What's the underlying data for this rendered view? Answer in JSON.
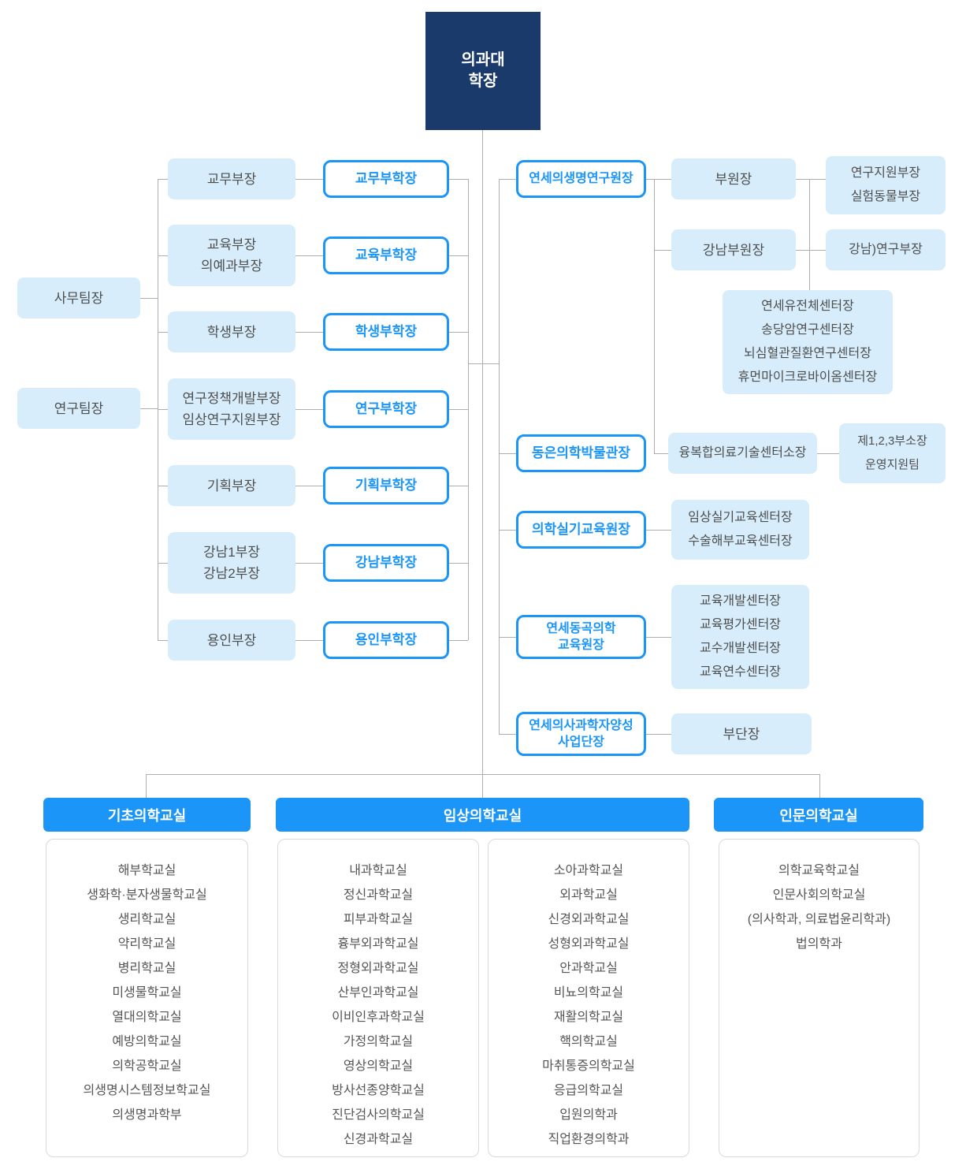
{
  "colors": {
    "navy": "#1a3a6b",
    "accent_blue": "#1b96f8",
    "light_blue_fill": "#d7edfb",
    "connector_gray": "#aeaeae",
    "text_gray": "#4f4f4f",
    "list_text": "#555555"
  },
  "root": {
    "lines": [
      "의과대",
      "학장"
    ]
  },
  "team_leads": [
    {
      "lines": [
        "사무팀장"
      ]
    },
    {
      "lines": [
        "연구팀장"
      ]
    }
  ],
  "dept_heads": [
    {
      "lines": [
        "교무부장"
      ]
    },
    {
      "lines": [
        "교육부장",
        "의예과부장"
      ]
    },
    {
      "lines": [
        "학생부장"
      ]
    },
    {
      "lines": [
        "연구정책개발부장",
        "임상연구지원부장"
      ]
    },
    {
      "lines": [
        "기획부장"
      ]
    },
    {
      "lines": [
        "강남1부장",
        "강남2부장"
      ]
    },
    {
      "lines": [
        "용인부장"
      ]
    }
  ],
  "vice_deans": [
    {
      "lines": [
        "교무부학장"
      ]
    },
    {
      "lines": [
        "교육부학장"
      ]
    },
    {
      "lines": [
        "학생부학장"
      ]
    },
    {
      "lines": [
        "연구부학장"
      ]
    },
    {
      "lines": [
        "기획부학장"
      ]
    },
    {
      "lines": [
        "강남부학장"
      ]
    },
    {
      "lines": [
        "용인부학장"
      ]
    }
  ],
  "right_branch": {
    "bio_research_director": {
      "lines": [
        "연세의생명연구원장"
      ]
    },
    "deputy_director": {
      "lines": [
        "부원장"
      ]
    },
    "research_support": {
      "lines": [
        "연구지원부장",
        "실험동물부장"
      ]
    },
    "gangnam_deputy_director": {
      "lines": [
        "강남부원장"
      ]
    },
    "gangnam_research_head": {
      "lines": [
        "강남)연구부장"
      ]
    },
    "research_centers": {
      "lines": [
        "연세유전체센터장",
        "송당암연구센터장",
        "뇌심혈관질환연구센터장",
        "휴먼마이크로바이옴센터장"
      ]
    },
    "museum_director": {
      "lines": [
        "동은의학박물관장"
      ]
    },
    "convergence_center_head": {
      "lines": [
        "융복합의료기술센터소장"
      ]
    },
    "convergence_sub": {
      "lines": [
        "제1,2,3부소장",
        "운영지원팀"
      ]
    },
    "clinical_skills_director": {
      "lines": [
        "의학실기교육원장"
      ]
    },
    "clinical_skills_centers": {
      "lines": [
        "임상실기교육센터장",
        "수술해부교육센터장"
      ]
    },
    "donggok_director": {
      "lines": [
        "연세동곡의학",
        "교육원장"
      ]
    },
    "education_centers": {
      "lines": [
        "교육개발센터장",
        "교육평가센터장",
        "교수개발센터장",
        "교육연수센터장"
      ]
    },
    "physician_scientist_director": {
      "lines": [
        "연세의사과학자양성",
        "사업단장"
      ]
    },
    "physician_scientist_deputy": {
      "lines": [
        "부단장"
      ]
    }
  },
  "departments": {
    "basic": {
      "title": "기초의학교실",
      "items": [
        "해부학교실",
        "생화학·분자생물학교실",
        "생리학교실",
        "약리학교실",
        "병리학교실",
        "미생물학교실",
        "열대의학교실",
        "예방의학교실",
        "의학공학교실",
        "의생명시스템정보학교실",
        "의생명과학부"
      ]
    },
    "clinical": {
      "title": "임상의학교실",
      "items_left": [
        "내과학교실",
        "정신과학교실",
        "피부과학교실",
        "흉부외과학교실",
        "정형외과학교실",
        "산부인과학교실",
        "이비인후과학교실",
        "가정의학교실",
        "영상의학교실",
        "방사선종양학교실",
        "진단검사의학교실",
        "신경과학교실"
      ],
      "items_right": [
        "소아과학교실",
        "외과학교실",
        "신경외과학교실",
        "성형외과학교실",
        "안과학교실",
        "비뇨의학교실",
        "재활의학교실",
        "핵의학교실",
        "마취통증의학교실",
        "응급의학교실",
        "입원의학과",
        "직업환경의학과"
      ]
    },
    "humanities": {
      "title": "인문의학교실",
      "items": [
        "의학교육학교실",
        "인문사회의학교실",
        "(의사학과, 의료법윤리학과)",
        "법의학과"
      ]
    }
  }
}
